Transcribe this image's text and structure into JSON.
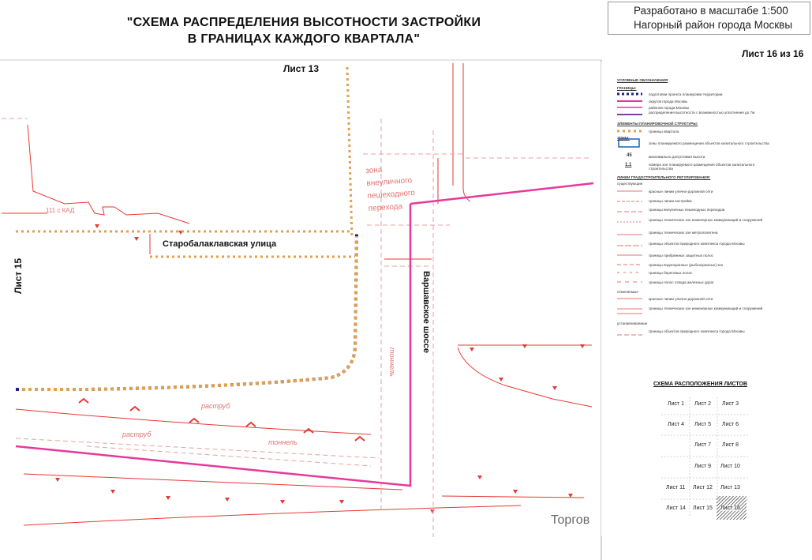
{
  "title": {
    "line1": "\"СХЕМА РАСПРЕДЕЛЕНИЯ ВЫСОТНОСТИ ЗАСТРОЙКИ",
    "line2": "В ГРАНИЦАХ КАЖДОГО КВАРТАЛА\""
  },
  "info": {
    "scale": "Разработано в масштабе 1:500",
    "district": "Нагорный район города Москвы"
  },
  "sheet_of": "Лист 16 из 16",
  "map": {
    "sheet_top": "Лист 13",
    "sheet_left": "Лист 15",
    "street_1": "Старобалаклавская улица",
    "street_2": "Варшавское шоссе",
    "zone_label": [
      "зона",
      "внеуличного",
      "пешеходного",
      "перехода"
    ],
    "tunnel_labels": [
      "раструб",
      "раструб",
      "тоннель",
      "тоннель"
    ],
    "bottom_label": "Торгов",
    "kad_label": "111 с КАД"
  },
  "legend": {
    "heading": "УСЛОВНЫЕ ОБОЗНАЧЕНИЯ",
    "boundaries": "ГРАНИЦЫ:",
    "items": [
      "подготовки проекта планировки территории",
      "округов города Москвы",
      "районов города Москвы",
      "распределения высотности с возможностью уплотнения до 7м",
      "ЭЛЕМЕНТЫ ПЛАНИРОВОЧНОЙ СТРУКТУРЫ:",
      "границы квартала",
      "ЗОНЫ:",
      "зоны планируемого размещения объектов капитального строительства",
      "максимально допустимая высота",
      "номера зон планируемого размещения объектов капитального строительства",
      "ЛИНИИ ГРАДОСТРОИТЕЛЬНОГО РЕГУЛИРОВАНИЯ:",
      "существующие",
      "красные линии улично-дорожной сети",
      "границы линии застройки",
      "границы внеуличных пешеходных переходов",
      "границы технических зон инженерных коммуникаций и сооружений",
      "границы технических зон метрополитена",
      "границы объектов природного комплекса города Москвы",
      "границы прибрежных защитных полос",
      "границы водоохранных (рыбоохранных) зон",
      "границы береговых полос",
      "границы полос отвода железных дорог",
      "отменяемые",
      "красные линии улично-дорожной сети",
      "границы технических зон инженерных коммуникаций и сооружений",
      "устанавливаемые",
      "границы объектов природного комплекса города Москвы"
    ],
    "height_value": "45",
    "zone_number": "1.1"
  },
  "scheme": {
    "title": "СХЕМА РАСПОЛОЖЕНИЯ ЛИСТОВ",
    "sheets": [
      "Лист 1",
      "Лист 2",
      "Лист 3",
      "Лист 4",
      "Лист 5",
      "Лист 6",
      "Лист 7",
      "Лист 8",
      "Лист 9",
      "Лист 10",
      "Лист 11",
      "Лист 12",
      "Лист 13",
      "Лист 14",
      "Лист 15",
      "Лист 16"
    ],
    "current": "Лист 16"
  },
  "colors": {
    "quarter_boundary": "#e0a050",
    "project_boundary": "#1a237e",
    "district_boundary": "#e6399b",
    "red_line": "#e53935",
    "dashed_line": "#e8a0a0"
  }
}
